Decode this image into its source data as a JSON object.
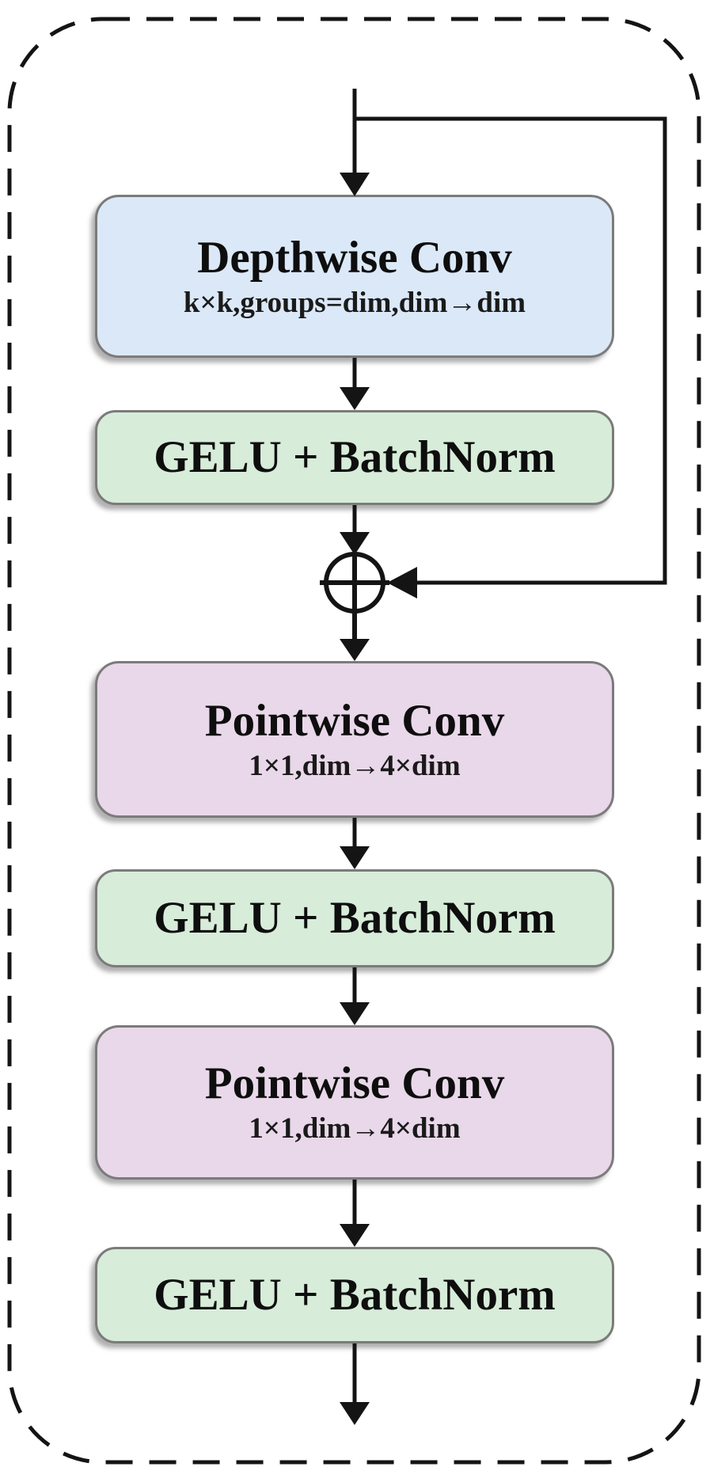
{
  "figure": {
    "blocks": [
      {
        "title": "Depthwise Conv",
        "subtitle": "k×k,groups=dim,dim→dim",
        "fill": "#dbe8f7"
      },
      {
        "title": "GELU + BatchNorm",
        "fill": "#d7ecd9"
      },
      {
        "title": "Pointwise Conv",
        "subtitle": "1×1,dim→4×dim",
        "fill": "#e9d8e9"
      },
      {
        "title": "GELU + BatchNorm",
        "fill": "#d7ecd9"
      },
      {
        "title": "Pointwise Conv",
        "subtitle": "1×1,dim→4×dim",
        "fill": "#e9d8e9"
      },
      {
        "title": "GELU + BatchNorm",
        "fill": "#d7ecd9"
      }
    ],
    "operator": {
      "symbol": "⊕"
    },
    "colors": {
      "depthwise_fill": "#dbe8f7",
      "gelu_fill": "#d7ecd9",
      "pointwise_fill": "#e9d8e9",
      "box_border": "#7b7b7b",
      "line": "#141414",
      "dashed_border": "#141414",
      "background": "#ffffff"
    }
  }
}
